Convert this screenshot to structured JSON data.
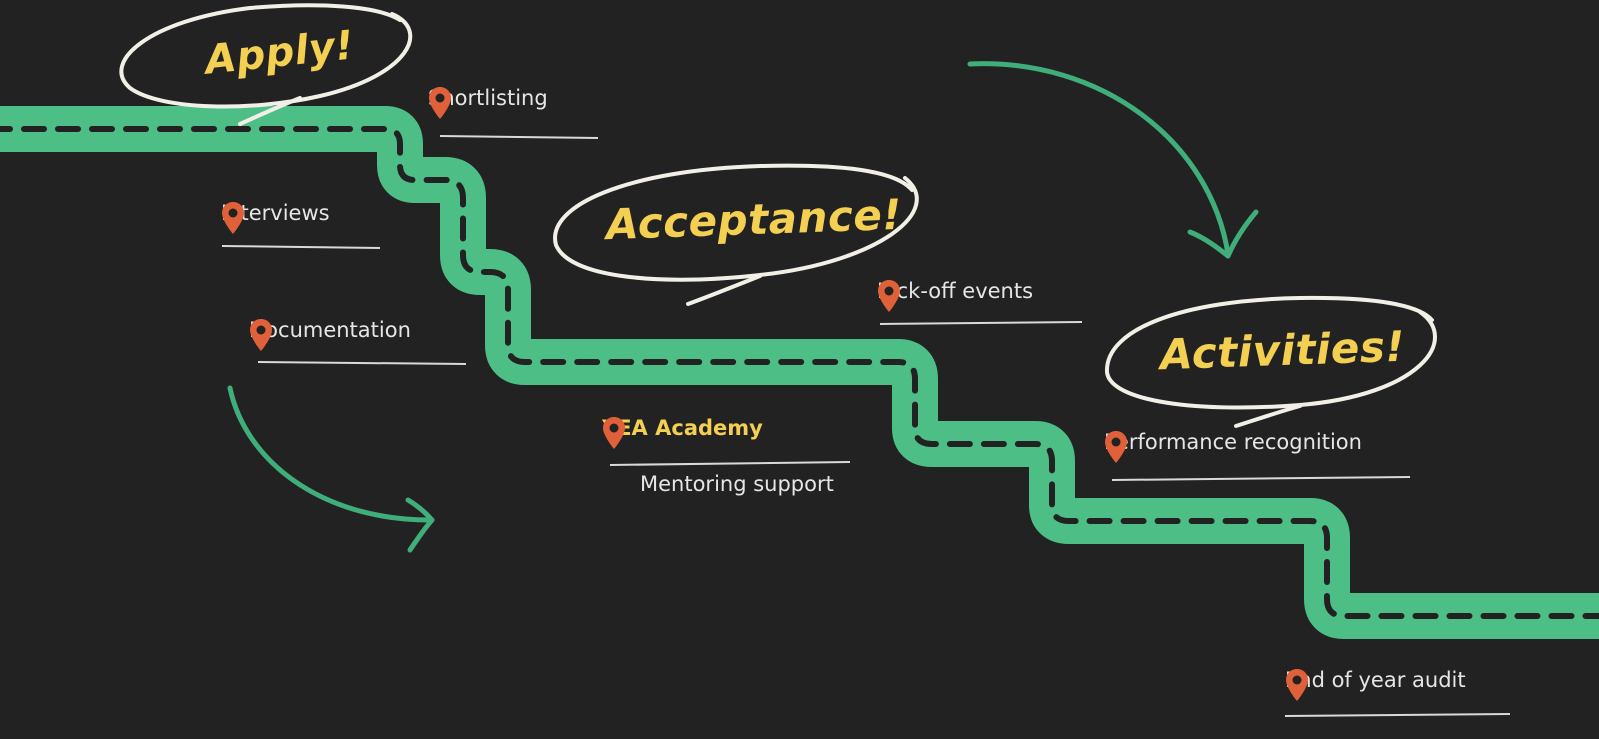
{
  "colors": {
    "background": "#222222",
    "road": "#4dbf86",
    "road_dash": "#222222",
    "stage_title": "#f3cf52",
    "milestone_text": "#e6e6e6",
    "pin": "#e0603a",
    "ellipse_stroke": "#f2f0e6",
    "arrow": "#3fae7a"
  },
  "stages": [
    {
      "id": "apply",
      "title": "Apply!"
    },
    {
      "id": "acceptance",
      "title": "Acceptance!"
    },
    {
      "id": "activities",
      "title": "Activities!"
    }
  ],
  "milestones": [
    {
      "id": "shortlisting",
      "label": "Shortlisting",
      "icon": "location-pin-icon"
    },
    {
      "id": "interviews",
      "label": "Interviews",
      "icon": "location-pin-icon"
    },
    {
      "id": "documentation",
      "label": "Documentation",
      "icon": "location-pin-icon"
    },
    {
      "id": "yea-academy",
      "label": "YEA Academy",
      "sublabel": "Mentoring support",
      "highlight": true,
      "icon": "location-pin-icon"
    },
    {
      "id": "kick-off-events",
      "label": "Kick-off events",
      "icon": "location-pin-icon"
    },
    {
      "id": "performance-recognition",
      "label": "Performance recognition",
      "icon": "location-pin-icon"
    },
    {
      "id": "end-of-year-audit",
      "label": "End of year audit",
      "icon": "location-pin-icon"
    }
  ]
}
